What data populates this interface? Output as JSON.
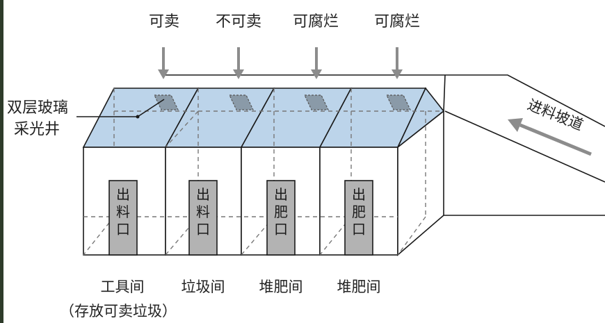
{
  "diagram": {
    "top_labels": [
      "可卖",
      "不可卖",
      "可腐烂",
      "可腐烂"
    ],
    "left_label_lines": [
      "双层玻璃",
      "采光井"
    ],
    "ramp_label": "进料坡道",
    "door_labels": [
      [
        "出",
        "料",
        "口"
      ],
      [
        "出",
        "料",
        "口"
      ],
      [
        "出",
        "肥",
        "口"
      ],
      [
        "出",
        "肥",
        "口"
      ]
    ],
    "room_labels": [
      "工具间",
      "垃圾间",
      "堆肥间",
      "堆肥间"
    ],
    "room_sublabel": "（存放可卖垃圾）",
    "colors": {
      "glass": "#bcd4ea",
      "door": "#b3b3b3",
      "arrow": "#8c8c8c",
      "line": "#1a1a1a",
      "dashed": "#777777",
      "left_edge_strip": "#2e3b2a"
    }
  }
}
